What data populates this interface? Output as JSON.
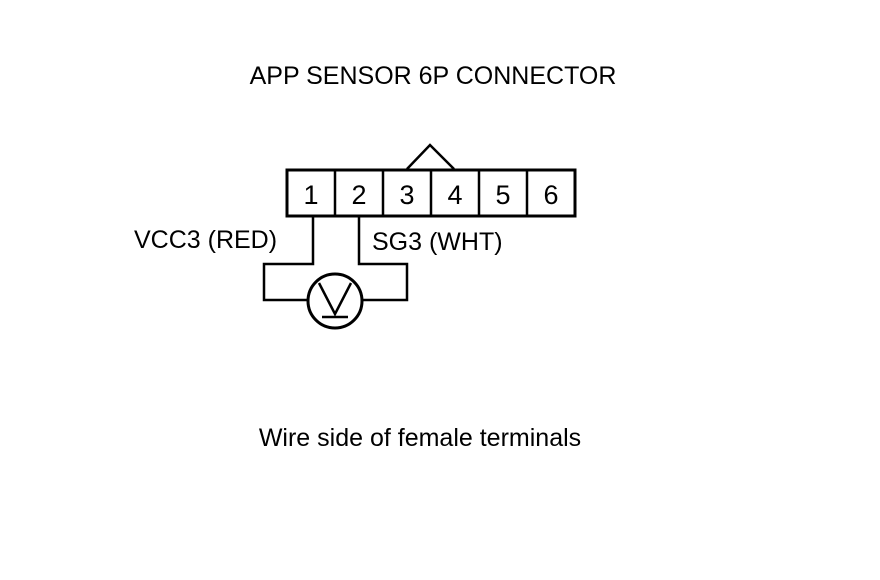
{
  "title": "APP SENSOR 6P CONNECTOR",
  "connector": {
    "pins": [
      "1",
      "2",
      "3",
      "4",
      "5",
      "6"
    ]
  },
  "wires": {
    "left_label": "VCC3 (RED)",
    "right_label": "SG3 (WHT)"
  },
  "meter": {
    "symbol": "V",
    "icon": "voltmeter-icon"
  },
  "caption": "Wire side of female terminals"
}
